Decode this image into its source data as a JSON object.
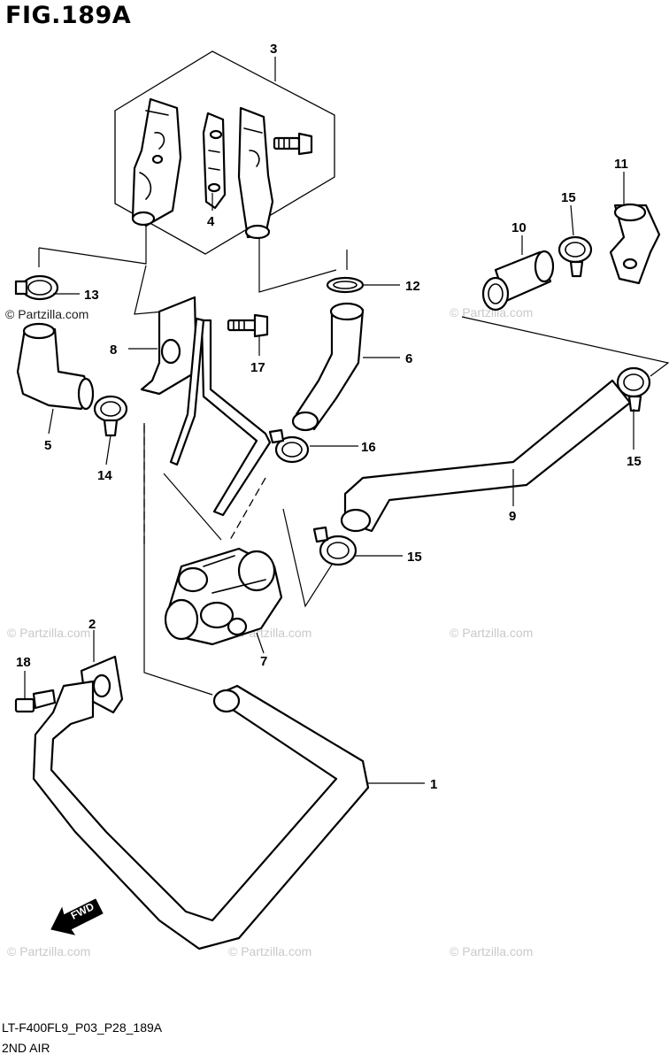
{
  "figure": {
    "title": "FIG.189A",
    "code": "LT-F400FL9_P03_P28_189A",
    "name": "2ND AIR"
  },
  "direction_arrow": {
    "label": "FWD"
  },
  "watermark": {
    "text": "© Partzilla.com"
  },
  "callouts": [
    {
      "id": "callout-1",
      "label": "1"
    },
    {
      "id": "callout-2",
      "label": "2"
    },
    {
      "id": "callout-3",
      "label": "3"
    },
    {
      "id": "callout-4",
      "label": "4"
    },
    {
      "id": "callout-5",
      "label": "5"
    },
    {
      "id": "callout-6",
      "label": "6"
    },
    {
      "id": "callout-7",
      "label": "7"
    },
    {
      "id": "callout-8",
      "label": "8"
    },
    {
      "id": "callout-9",
      "label": "9"
    },
    {
      "id": "callout-10",
      "label": "10"
    },
    {
      "id": "callout-11",
      "label": "11"
    },
    {
      "id": "callout-12",
      "label": "12"
    },
    {
      "id": "callout-13",
      "label": "13"
    },
    {
      "id": "callout-14",
      "label": "14"
    },
    {
      "id": "callout-15a",
      "label": "15"
    },
    {
      "id": "callout-15b",
      "label": "15"
    },
    {
      "id": "callout-15c",
      "label": "15"
    },
    {
      "id": "callout-16",
      "label": "16"
    },
    {
      "id": "callout-17",
      "label": "17"
    },
    {
      "id": "callout-18",
      "label": "18"
    }
  ]
}
